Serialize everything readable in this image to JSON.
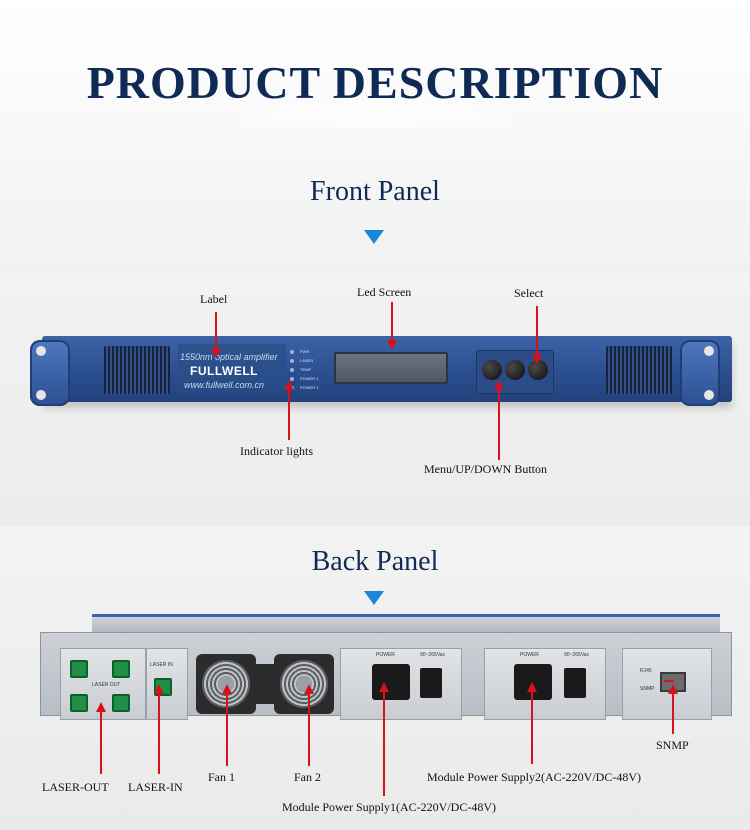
{
  "header": {
    "title": "PRODUCT DESCRIPTION"
  },
  "front_panel": {
    "title": "Front Panel",
    "device": {
      "subtitle": "1550nm optical amplifier",
      "brand": "FULLWELL",
      "url": "www.fullwell.com.cn",
      "indicator_texts": [
        "PWR",
        "LASER",
        "TEMP",
        "POWER 1",
        "POWER 2"
      ]
    },
    "callouts": {
      "label": "Label",
      "led_screen": "Led Screen",
      "select": "Select",
      "indicator_lights": "Indicator lights",
      "menu_buttons": "Menu/UP/DOWN Button"
    }
  },
  "back_panel": {
    "title": "Back Panel",
    "device": {
      "laser_out_tag": "LASER OUT",
      "laser_in_tag": "LASER IN",
      "power_tag": "POWER",
      "voltage_tag": "90~265Vac",
      "rj45_tag": "RJ45",
      "snmp_tag": "SNMP"
    },
    "callouts": {
      "laser_out": "LASER-OUT",
      "laser_in": "LASER-IN",
      "fan1": "Fan 1",
      "fan2": "Fan 2",
      "module_power_supply_1": "Module Power Supply1(AC-220V/DC-48V)",
      "module_power_supply_2": "Module Power Supply2(AC-220V/DC-48V)",
      "snmp": "SNMP"
    }
  },
  "colors": {
    "title_navy": "#0f2a54",
    "device_blue": "#2a4d8f",
    "arrow_red": "#d8121a",
    "triangle_blue": "#1a86d6",
    "sc_port_green": "#1f8f45"
  }
}
